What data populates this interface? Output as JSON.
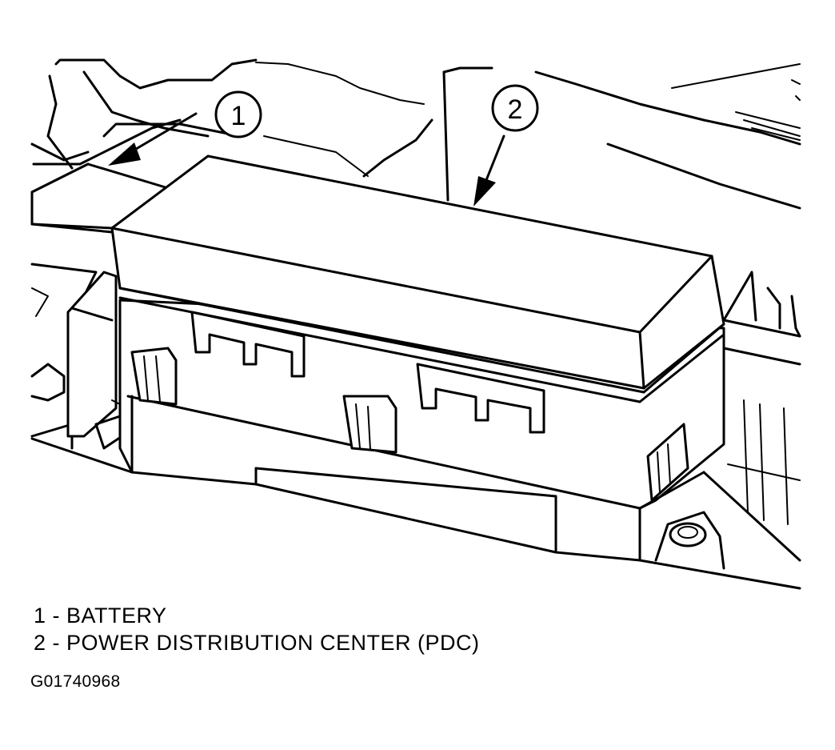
{
  "callouts": [
    {
      "number": "1",
      "label": "BATTERY"
    },
    {
      "number": "2",
      "label": "POWER DISTRIBUTION CENTER (PDC)"
    }
  ],
  "legend": [
    {
      "text": "1 - BATTERY"
    },
    {
      "text": "2 - POWER DISTRIBUTION CENTER (PDC)"
    }
  ],
  "figure_code": "G01740968"
}
